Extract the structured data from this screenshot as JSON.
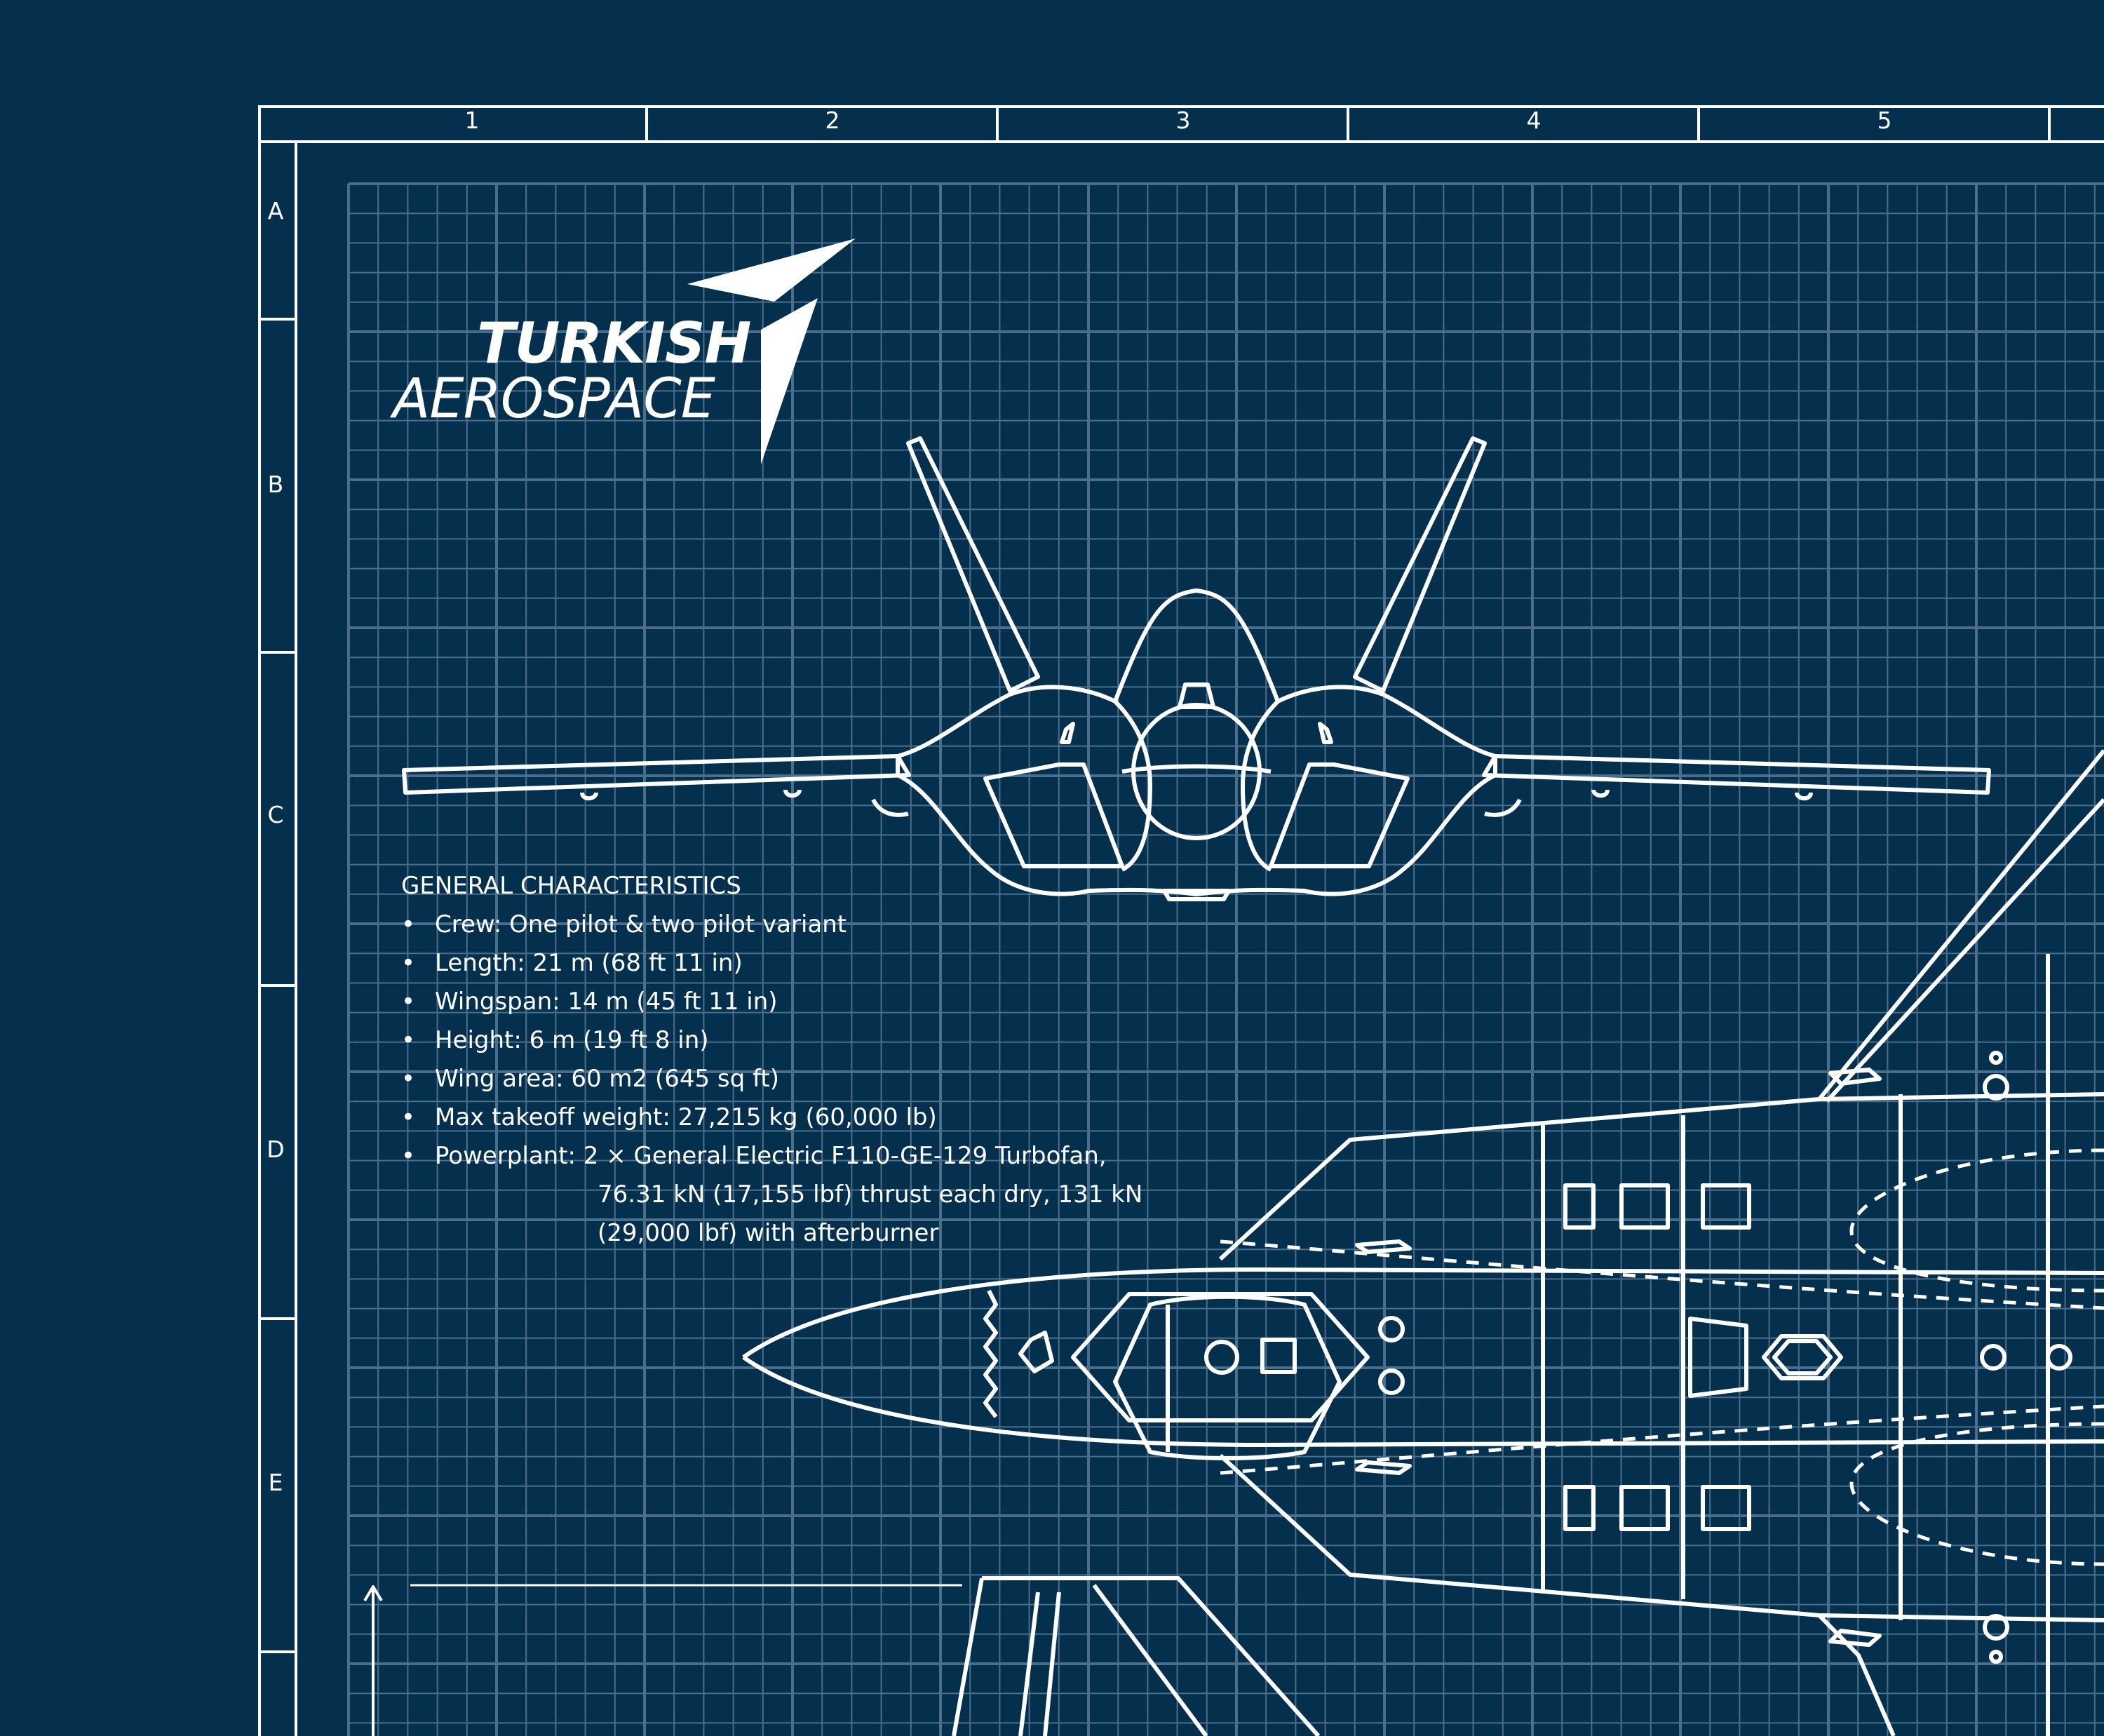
{
  "colors": {
    "background": "#04304e",
    "line": "#ffffff",
    "grid": "#4a6e8c"
  },
  "border": {
    "columns": [
      "1",
      "2",
      "3",
      "4",
      "5"
    ],
    "rows": [
      "A",
      "B",
      "C",
      "D",
      "E"
    ]
  },
  "logo": {
    "line1": "TURKISH",
    "line2": "AEROSPACE"
  },
  "specs": {
    "heading": "GENERAL CHARACTERISTICS",
    "items": [
      "Crew: One pilot & two pilot variant",
      "Length: 21 m (68 ft 11 in)",
      "Wingspan: 14 m (45 ft 11 in)",
      "Height: 6 m (19 ft 8 in)",
      "Wing area: 60 m2 (645 sq ft)",
      "Max takeoff weight: 27,215 kg (60,000 lb)",
      "Powerplant: 2 × General Electric F110-GE-129 Turbofan,"
    ],
    "powerplant_cont": [
      "76.31 kN (17,155 lbf) thrust each dry, 131 kN",
      "(29,000 lbf) with afterburner"
    ]
  }
}
